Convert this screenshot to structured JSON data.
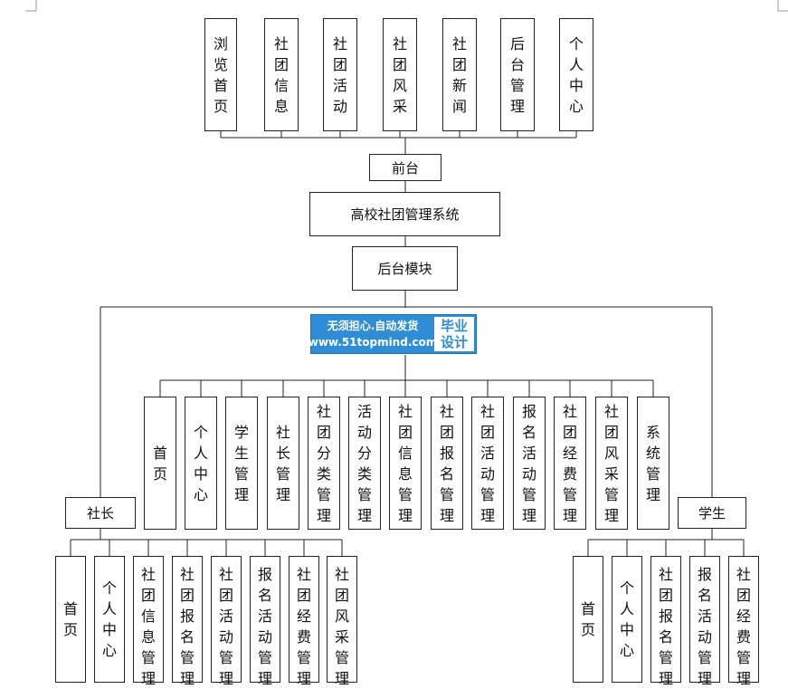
{
  "front": {
    "label": "前台",
    "modules": [
      "浏览首页",
      "社团信息",
      "社团活动",
      "社团风采",
      "社团新闻",
      "后台管理",
      "个人中心"
    ]
  },
  "system": {
    "label": "高校社团管理系统"
  },
  "backend": {
    "label": "后台模块",
    "modules": [
      "首页",
      "个人中心",
      "学生管理",
      "社长管理",
      "社团分类管理",
      "活动分类管理",
      "社团信息管理",
      "社团报名管理",
      "社团活动管理",
      "报名活动管理",
      "社团经费管理",
      "社团风采管理",
      "系统管理"
    ]
  },
  "president": {
    "label": "社长",
    "modules": [
      "首页",
      "个人中心",
      "社团信息管理",
      "社团报名管理",
      "社团活动管理",
      "报名活动管理",
      "社团经费管理",
      "社团风采管理"
    ]
  },
  "student": {
    "label": "学生",
    "modules": [
      "首页",
      "个人中心",
      "社团报名管理",
      "报名活动管理",
      "社团经费管理"
    ]
  },
  "watermark": {
    "line1": "无须担心.自动发货",
    "line2": "www.51topmind.com",
    "badge_line1": "毕业",
    "badge_line2": "设计"
  }
}
